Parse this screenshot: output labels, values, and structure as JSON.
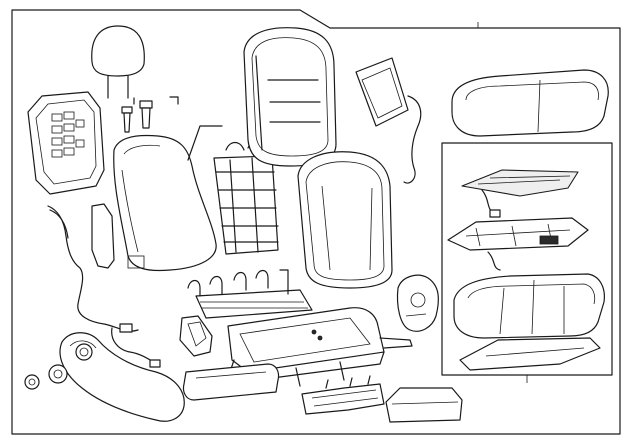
{
  "diagram": {
    "colors": {
      "line": "#1a1a1a",
      "fill": "#ffffff",
      "shade": "#efefef"
    },
    "parts": [
      "headrest",
      "headrest-guides",
      "seat-back-panel",
      "seat-back-frame",
      "lumbar-support-mat",
      "seat-back-cover-outer",
      "seat-back-pad",
      "seat-back-cover-front",
      "seat-wire-harness",
      "seat-cushion-pad",
      "cushion-heater-element",
      "cushion-support-tray",
      "cushion-foam",
      "cushion-trim-cover",
      "seat-adjuster-track",
      "recliner-cover",
      "side-shield",
      "power-seat-switch",
      "seat-belt-buckle",
      "knob"
    ]
  }
}
